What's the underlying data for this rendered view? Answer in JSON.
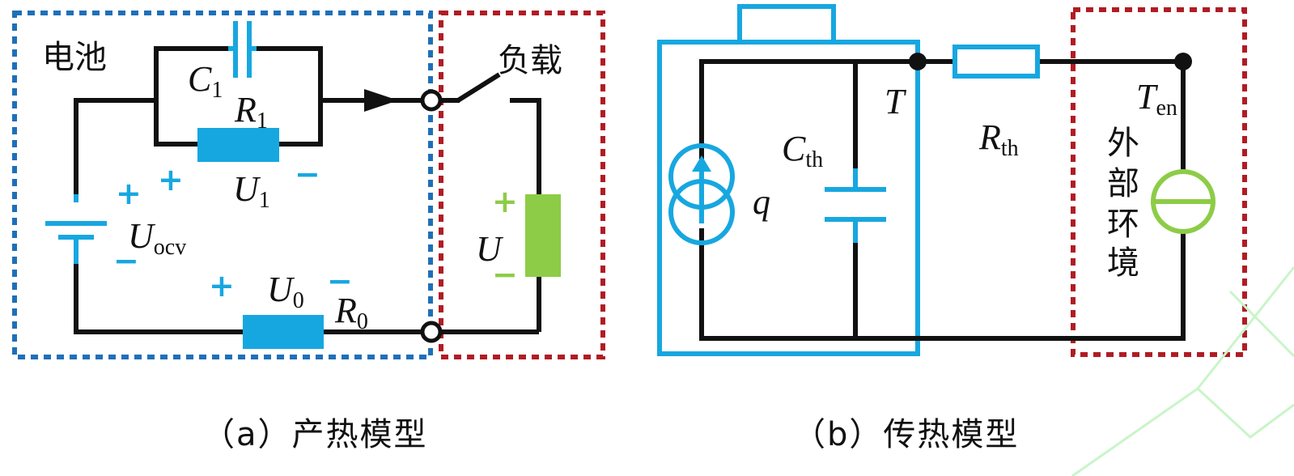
{
  "colors": {
    "wire": "#111111",
    "battery_box": "#1f6fb8",
    "load_box": "#b01c25",
    "component_blue": "#17a7e0",
    "load_green": "#8dcc47",
    "source_green": "#8dcc47"
  },
  "icons": [
    "capacitor-symbol",
    "resistor-symbol",
    "battery-symbol",
    "switch-symbol",
    "current-source-symbol",
    "voltage-source-symbol",
    "arrow-icon",
    "terminal-node"
  ],
  "panel_a": {
    "caption": "（a）产热模型",
    "battery_label": "电池",
    "load_label": "负载",
    "c1": {
      "main": "C",
      "sub": "1"
    },
    "r1": {
      "main": "R",
      "sub": "1"
    },
    "u1": {
      "main": "U",
      "sub": "1"
    },
    "uocv": {
      "main": "U",
      "sub": "ocv"
    },
    "u0": {
      "main": "U",
      "sub": "0"
    },
    "r0": {
      "main": "R",
      "sub": "0"
    },
    "u": "U",
    "plus": "+",
    "minus": "−"
  },
  "panel_b": {
    "caption": "（b）传热模型",
    "q": "q",
    "cth": {
      "main": "C",
      "sub": "th"
    },
    "t": "T",
    "rth": {
      "main": "R",
      "sub": "th"
    },
    "ten": {
      "main": "T",
      "sub": "en"
    },
    "env_chars": [
      "外",
      "部",
      "环",
      "境"
    ]
  }
}
